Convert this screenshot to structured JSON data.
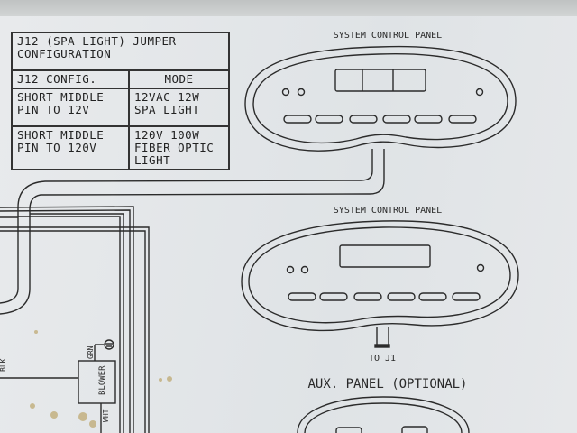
{
  "jumper_table": {
    "title": "J12 (SPA LIGHT) JUMPER CONFIGURATION",
    "headers": [
      "J12 CONFIG.",
      "MODE"
    ],
    "rows": [
      {
        "config": "SHORT MIDDLE PIN TO 12V",
        "mode": "12VAC 12W SPA LIGHT"
      },
      {
        "config": "SHORT MIDDLE PIN TO 120V",
        "mode": "120V 100W FIBER OPTIC LIGHT"
      }
    ]
  },
  "panels": {
    "top_title": "SYSTEM CONTROL PANEL",
    "middle_title": "SYSTEM CONTROL PANEL",
    "connector_label": "TO J1",
    "aux_title": "AUX. PANEL (OPTIONAL)"
  },
  "blower": {
    "label": "BLOWER",
    "grn": "GRN",
    "wht": "WHT",
    "blk": "BLK"
  }
}
